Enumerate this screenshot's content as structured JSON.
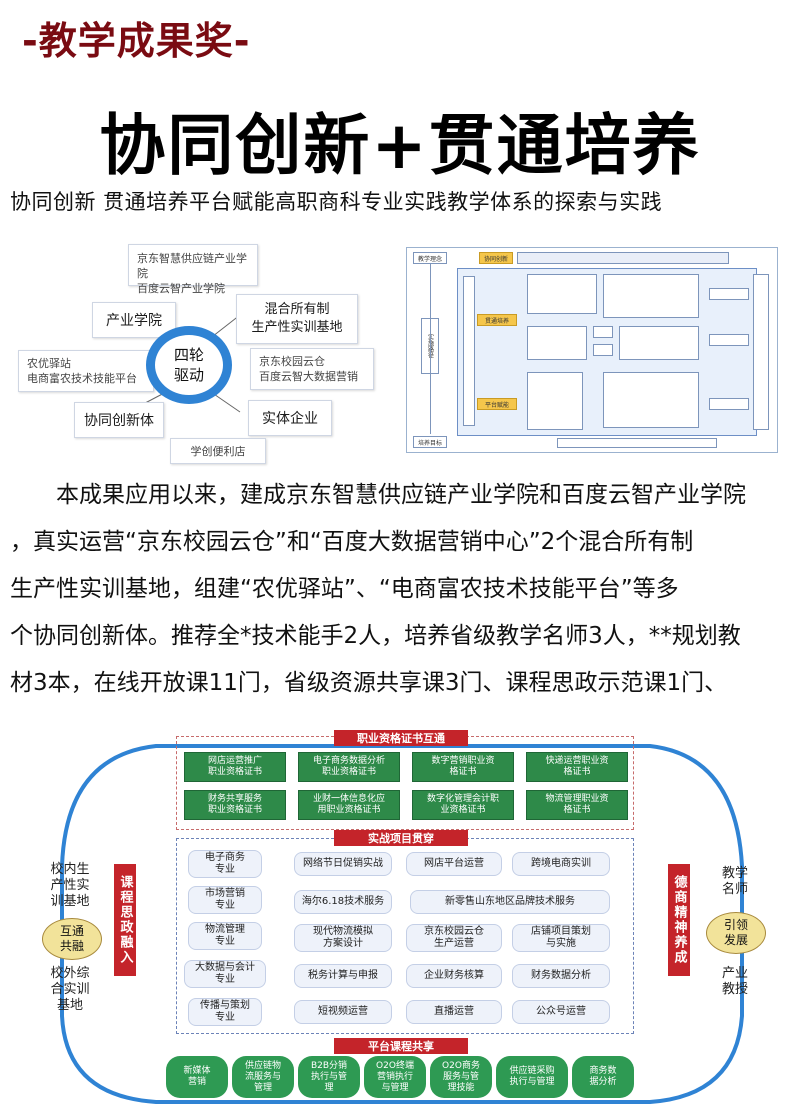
{
  "header": {
    "tag": "-教学成果奖-",
    "title": "协同创新+贯通培养",
    "subtitle": "协同创新  贯通培养平台赋能高职商科专业实践教学体系的探索与实践"
  },
  "diagram_left": {
    "center": "四轮\n驱动",
    "top_note": "京东智慧供应链产业学院\n百度云智产业学院",
    "node_industry": "产业学院",
    "node_mixed": "混合所有制\n生产性实训基地",
    "node_mixed_note": "京东校园云仓\n百度云智大数据营销",
    "node_left_note": "农优驿站\n电商富农技术技能平台",
    "node_coop": "协同创新体",
    "node_entity": "实体企业",
    "node_bottom_note": "学创便利店"
  },
  "diagram_right": {
    "left_labels": [
      "教学理念",
      "实施路径",
      "培养目标"
    ],
    "head_tag": "协同创新",
    "yellow_1": "贯通培养",
    "yellow_2": "平台赋能"
  },
  "paragraph": {
    "lines": [
      "　　本成果应用以来，建成京东智慧供应链产业学院和百度云智产业学院",
      "，真实运营“京东校园云仓”和“百度大数据营销中心”2个混合所有制",
      "生产性实训基地，组建“农优驿站”、“电商富农技术技能平台”等多",
      "个协同创新体。推荐全*技术能手2人，培养省级教学名师3人，**规划教",
      "材3本，在线开放课11门，省级资源共享课3门、课程思政示范课1门、"
    ]
  },
  "diagram_bottom": {
    "section_cert": "职业资格证书互通",
    "certs": [
      "网店运营推广\n职业资格证书",
      "电子商务数据分析\n职业资格证书",
      "数字营销职业资\n格证书",
      "快递运营职业资\n格证书",
      "财务共享服务\n职业资格证书",
      "业财一体信息化应\n用职业资格证书",
      "数字化管理会计职\n业资格证书",
      "物流管理职业资\n格证书"
    ],
    "section_project": "实战项目贯穿",
    "majors": [
      "电子商务\n专业",
      "市场营销\n专业",
      "物流管理\n专业",
      "大数据与会计\n专业",
      "传播与策划\n专业"
    ],
    "projects": [
      [
        "网络节日促销实战",
        "网店平台运营",
        "跨境电商实训"
      ],
      [
        "海尔6.18技术服务",
        "新零售山东地区品牌技术服务"
      ],
      [
        "现代物流模拟\n方案设计",
        "京东校园云仓\n生产运营",
        "店铺项目策划\n与实施"
      ],
      [
        "税务计算与申报",
        "企业财务核算",
        "财务数据分析"
      ],
      [
        "短视频运营",
        "直播运营",
        "公众号运营"
      ]
    ],
    "section_platform": "平台课程共享",
    "courses": [
      "新媒体\n营销",
      "供应链物\n流服务与\n管理",
      "B2B分销\n执行与管\n理",
      "O2O终端\n营销执行\n与管理",
      "O2O商务\n服务与管\n理技能",
      "供应链采购\n执行与管理",
      "商务数\n据分析"
    ],
    "left_bar": "课程思政融入",
    "right_bar": "德商精神养成",
    "left_side_top": "校内生\n产性实\n训基地",
    "left_side_bottom": "校外综\n合实训\n基地",
    "left_ellipse": "互通\n共融",
    "right_side_top": "教学\n名师",
    "right_side_bottom": "产业\n教授",
    "right_ellipse": "引领\n发展"
  }
}
